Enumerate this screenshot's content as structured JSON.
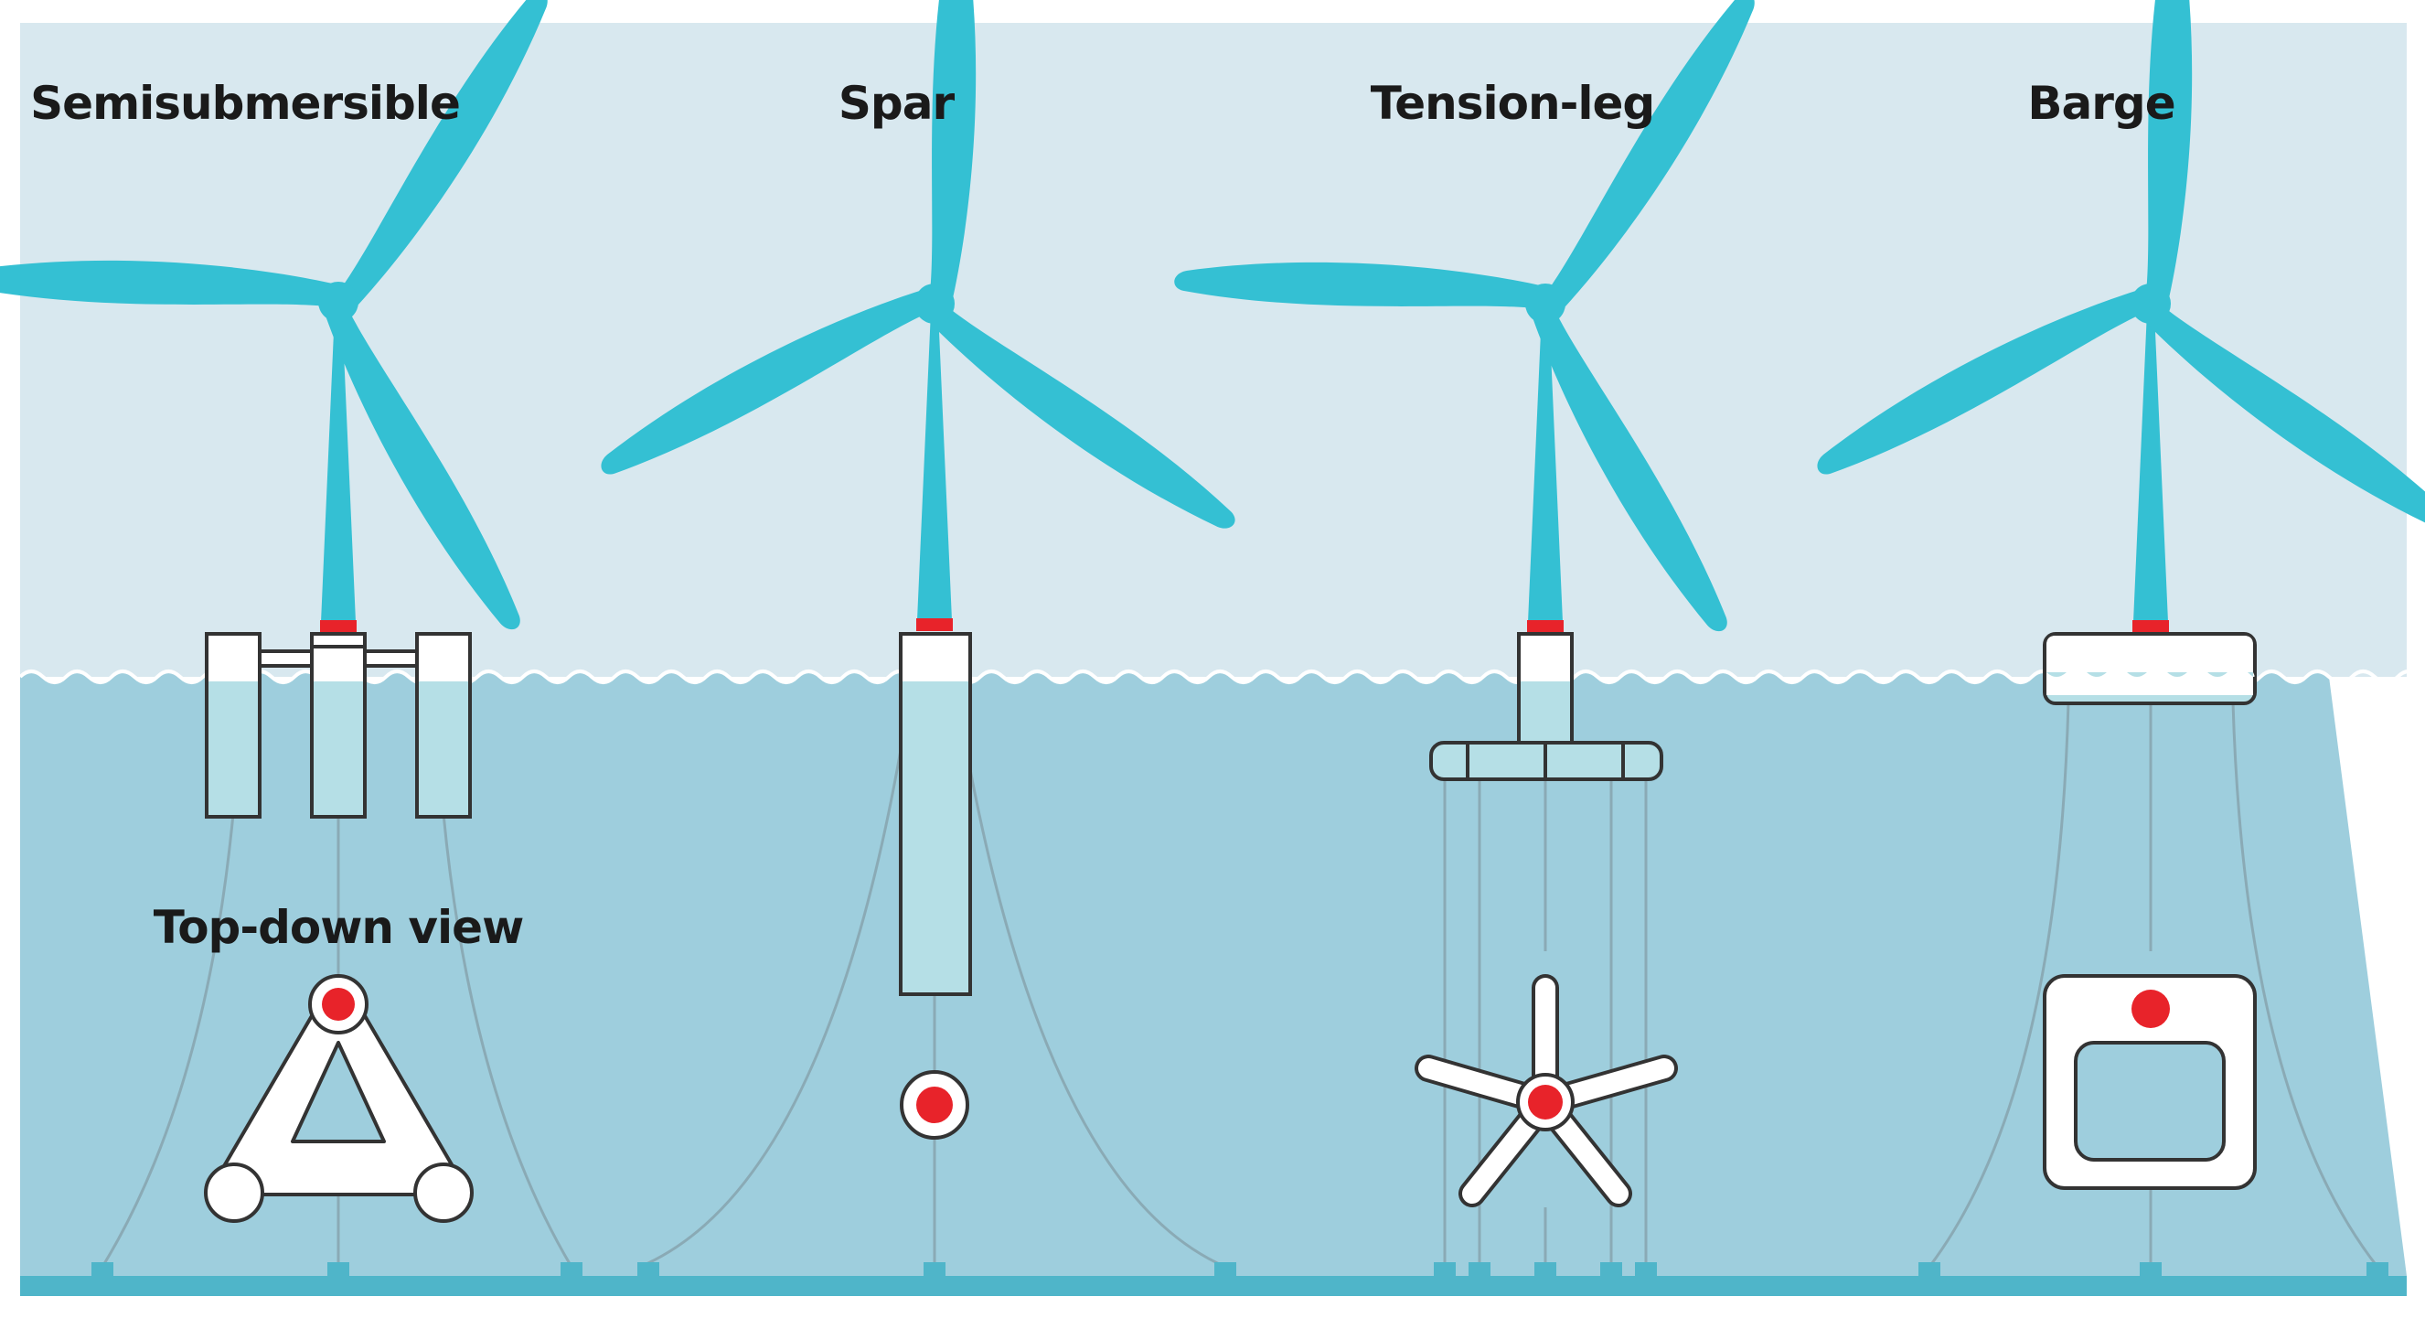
{
  "labels": {
    "semisubmersible": "Semisubmersible",
    "spar": "Spar",
    "tension_leg": "Tension-leg",
    "barge": "Barge",
    "top_down": "Top-down view"
  },
  "colors": {
    "sky": "#d8e8ef",
    "water": "#9ecedd",
    "seabed": "#4fb5c9",
    "turbine": "#34c0d3",
    "accent_red": "#e8232a",
    "hull_fill": "#b5dfe6",
    "outline": "#333333",
    "mooring": "#8aaab5"
  }
}
